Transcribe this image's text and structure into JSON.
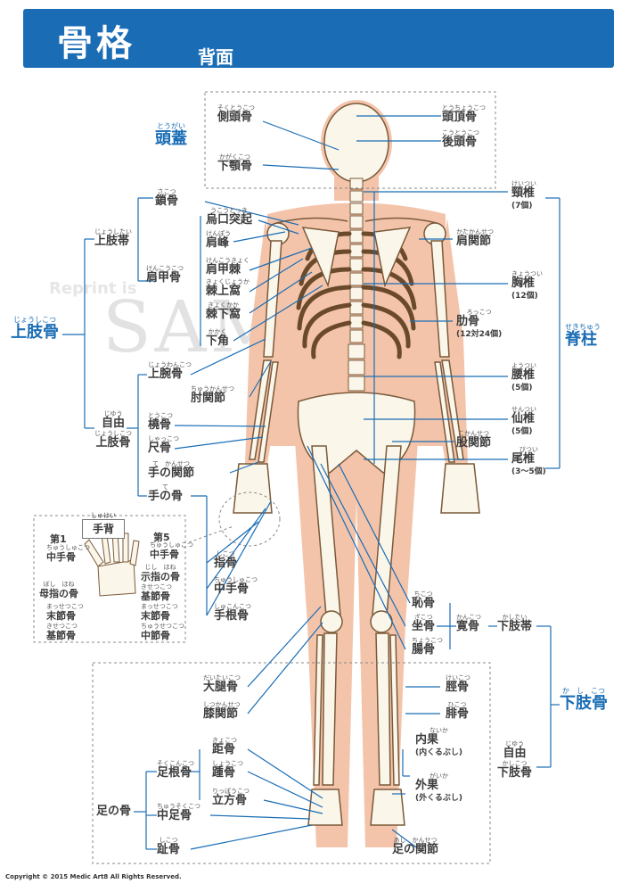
{
  "header": {
    "title": "骨格",
    "subtitle": "背面"
  },
  "watermark": {
    "reprint": "Reprint is",
    "sample": "SAMPLE"
  },
  "copyright": "Copyright © 2015 Medic Art8 All Rights Reserved.",
  "hand_box_title": {
    "text": "手背",
    "ruby": "しゅはい"
  },
  "labels": {
    "sokutoukotsu": {
      "text": "側頭骨",
      "ruby": "そくとうこつ"
    },
    "kagakukotsu": {
      "text": "下顎骨",
      "ruby": "かがくこつ"
    },
    "toutyoukotsu": {
      "text": "頭頂骨",
      "ruby": "とうちょうこつ"
    },
    "koutoukotsu": {
      "text": "後頭骨",
      "ruby": "こうとうこつ"
    },
    "tougai": {
      "text": "頭蓋",
      "ruby": "とうがい"
    },
    "sakotsu": {
      "text": "鎖骨",
      "ruby": "さこつ"
    },
    "jyoushitai": {
      "text": "上肢帯",
      "ruby": "じょうしたい"
    },
    "kenkoukotsu": {
      "text": "肩甲骨",
      "ruby": "けんこうこつ"
    },
    "ukoutokki": {
      "text": "烏口突起",
      "ruby": "うこうとっき"
    },
    "kenpou": {
      "text": "肩峰",
      "ruby": "けんぽう"
    },
    "kenkoukyoku": {
      "text": "肩甲棘",
      "ruby": "けんこうきょく"
    },
    "kyokujyouka": {
      "text": "棘上窩",
      "ruby": "きょくじょうか"
    },
    "kyokukaka": {
      "text": "棘下窩",
      "ruby": "きょくかか"
    },
    "kakaku": {
      "text": "下角",
      "ruby": "かかく"
    },
    "jyoushikotsu": {
      "text": "上肢骨",
      "ruby": "じょうしこつ"
    },
    "jyouwankotsu": {
      "text": "上腕骨",
      "ruby": "じょうわんこつ"
    },
    "chuukansetsu": {
      "text": "肘関節",
      "ruby": "ちゅうかんせつ"
    },
    "jiyuu_jyoushikotsu": {
      "text": "自由",
      "ruby": "じゆう",
      "sub": "上肢骨",
      "subruby": "じょうしこつ"
    },
    "toukotsu": {
      "text": "橈骨",
      "ruby": "とうこつ"
    },
    "syakkotsu": {
      "text": "尺骨",
      "ruby": "しゃっこつ"
    },
    "tenokansetsu": {
      "text": "手の関節",
      "ruby": "て　かんせつ"
    },
    "tenohone": {
      "text": "手の骨",
      "ruby": "て"
    },
    "shikotsu": {
      "text": "指骨",
      "ruby": "しこつ"
    },
    "chuusyukotsu": {
      "text": "中手骨",
      "ruby": "ちゅうしゅこつ"
    },
    "syukonkotsu": {
      "text": "手根骨",
      "ruby": "しゅこんこつ"
    },
    "dai1": {
      "text": "第1",
      "ruby": ""
    },
    "dai1_chuusyukotsu": {
      "text": "中手骨",
      "ruby": "ちゅうしゅこつ"
    },
    "dai5": {
      "text": "第5",
      "ruby": ""
    },
    "dai5_chuusyukotsu": {
      "text": "中手骨",
      "ruby": "ちゅうしゅこつ"
    },
    "boshinohone": {
      "text": "母指の骨",
      "ruby": "ぼし　ほね"
    },
    "shishinohone": {
      "text": "示指の骨",
      "ruby": "じし　ほね"
    },
    "h_massetsu_l": {
      "text": "末節骨",
      "ruby": "まっせつこつ"
    },
    "h_kisetsu_l": {
      "text": "基節骨",
      "ruby": "きせつこつ"
    },
    "h_kisetsu_r": {
      "text": "基節骨",
      "ruby": "きせつこつ"
    },
    "h_massetsu_r": {
      "text": "末節骨",
      "ruby": "まっせつこつ"
    },
    "h_chuusetsu_r": {
      "text": "中節骨",
      "ruby": "ちゅうせつこつ"
    },
    "keitsui": {
      "text": "頸椎",
      "ruby": "けいつい",
      "sub": "(7個)"
    },
    "katakansetsu": {
      "text": "肩関節",
      "ruby": "かたかんせつ"
    },
    "kyoutsui": {
      "text": "胸椎",
      "ruby": "きょうつい",
      "sub": "(12個)"
    },
    "rokkotsu": {
      "text": "肋骨",
      "ruby": "ろっこつ",
      "sub": "(12対24個)"
    },
    "sekichuu": {
      "text": "脊柱",
      "ruby": "せきちゅう"
    },
    "youtsui": {
      "text": "腰椎",
      "ruby": "ようつい",
      "sub": "(5個)"
    },
    "sentsui": {
      "text": "仙椎",
      "ruby": "せんつい",
      "sub": "(5個)"
    },
    "kokansetsu": {
      "text": "股関節",
      "ruby": "こかんせつ"
    },
    "bitsui": {
      "text": "尾椎",
      "ruby": "びつい",
      "sub": "(3〜5個)"
    },
    "chikotsu": {
      "text": "恥骨",
      "ruby": "ちこつ"
    },
    "zakotsu": {
      "text": "坐骨",
      "ruby": "ざこつ"
    },
    "kankotsu": {
      "text": "寛骨",
      "ruby": "かんこつ"
    },
    "kashitai": {
      "text": "下肢帯",
      "ruby": "かしたい"
    },
    "choukotsu": {
      "text": "腸骨",
      "ruby": "ちょうこつ"
    },
    "kashikotsu": {
      "text": "下肢骨",
      "ruby": "か　し　こつ"
    },
    "daitaikotsu": {
      "text": "大腿骨",
      "ruby": "だいたいこつ"
    },
    "shitsukansetsu": {
      "text": "膝関節",
      "ruby": "しつかんせつ"
    },
    "keikotsu": {
      "text": "脛骨",
      "ruby": "けいこつ"
    },
    "hikotsu": {
      "text": "腓骨",
      "ruby": "ひこつ"
    },
    "naika": {
      "text": "内果",
      "ruby": "ないか",
      "sub": "(内くるぶし)"
    },
    "jiyuu_kashikotsu": {
      "text": "自由",
      "ruby": "じゆう",
      "sub": "下肢骨",
      "subruby": "かしこつ"
    },
    "gaika": {
      "text": "外果",
      "ruby": "がいか",
      "sub": "(外くるぶし)"
    },
    "kyokotsu": {
      "text": "距骨",
      "ruby": "きょこつ"
    },
    "sokukonkotsu": {
      "text": "足根骨",
      "ruby": "そくこんこつ"
    },
    "syoukotsu": {
      "text": "踵骨",
      "ruby": "しょうこつ"
    },
    "rippoukotsu": {
      "text": "立方骨",
      "ruby": "りっぽうこつ"
    },
    "ashinohone": {
      "text": "足の骨",
      "ruby": ""
    },
    "chuusokukotsu": {
      "text": "中足骨",
      "ruby": "ちゅうそくこつ"
    },
    "shikotsu_foot": {
      "text": "趾骨",
      "ruby": "しこつ"
    },
    "ashinokansetsu": {
      "text": "足の関節",
      "ruby": "あし　かんせつ"
    }
  },
  "colors": {
    "header": "#1a6db5",
    "line": "#1a6db5",
    "body": "#f4c4aa",
    "bone": "#fbf6ea",
    "bone_outline": "#7a5a3a",
    "rib": "#6b4a2b"
  }
}
